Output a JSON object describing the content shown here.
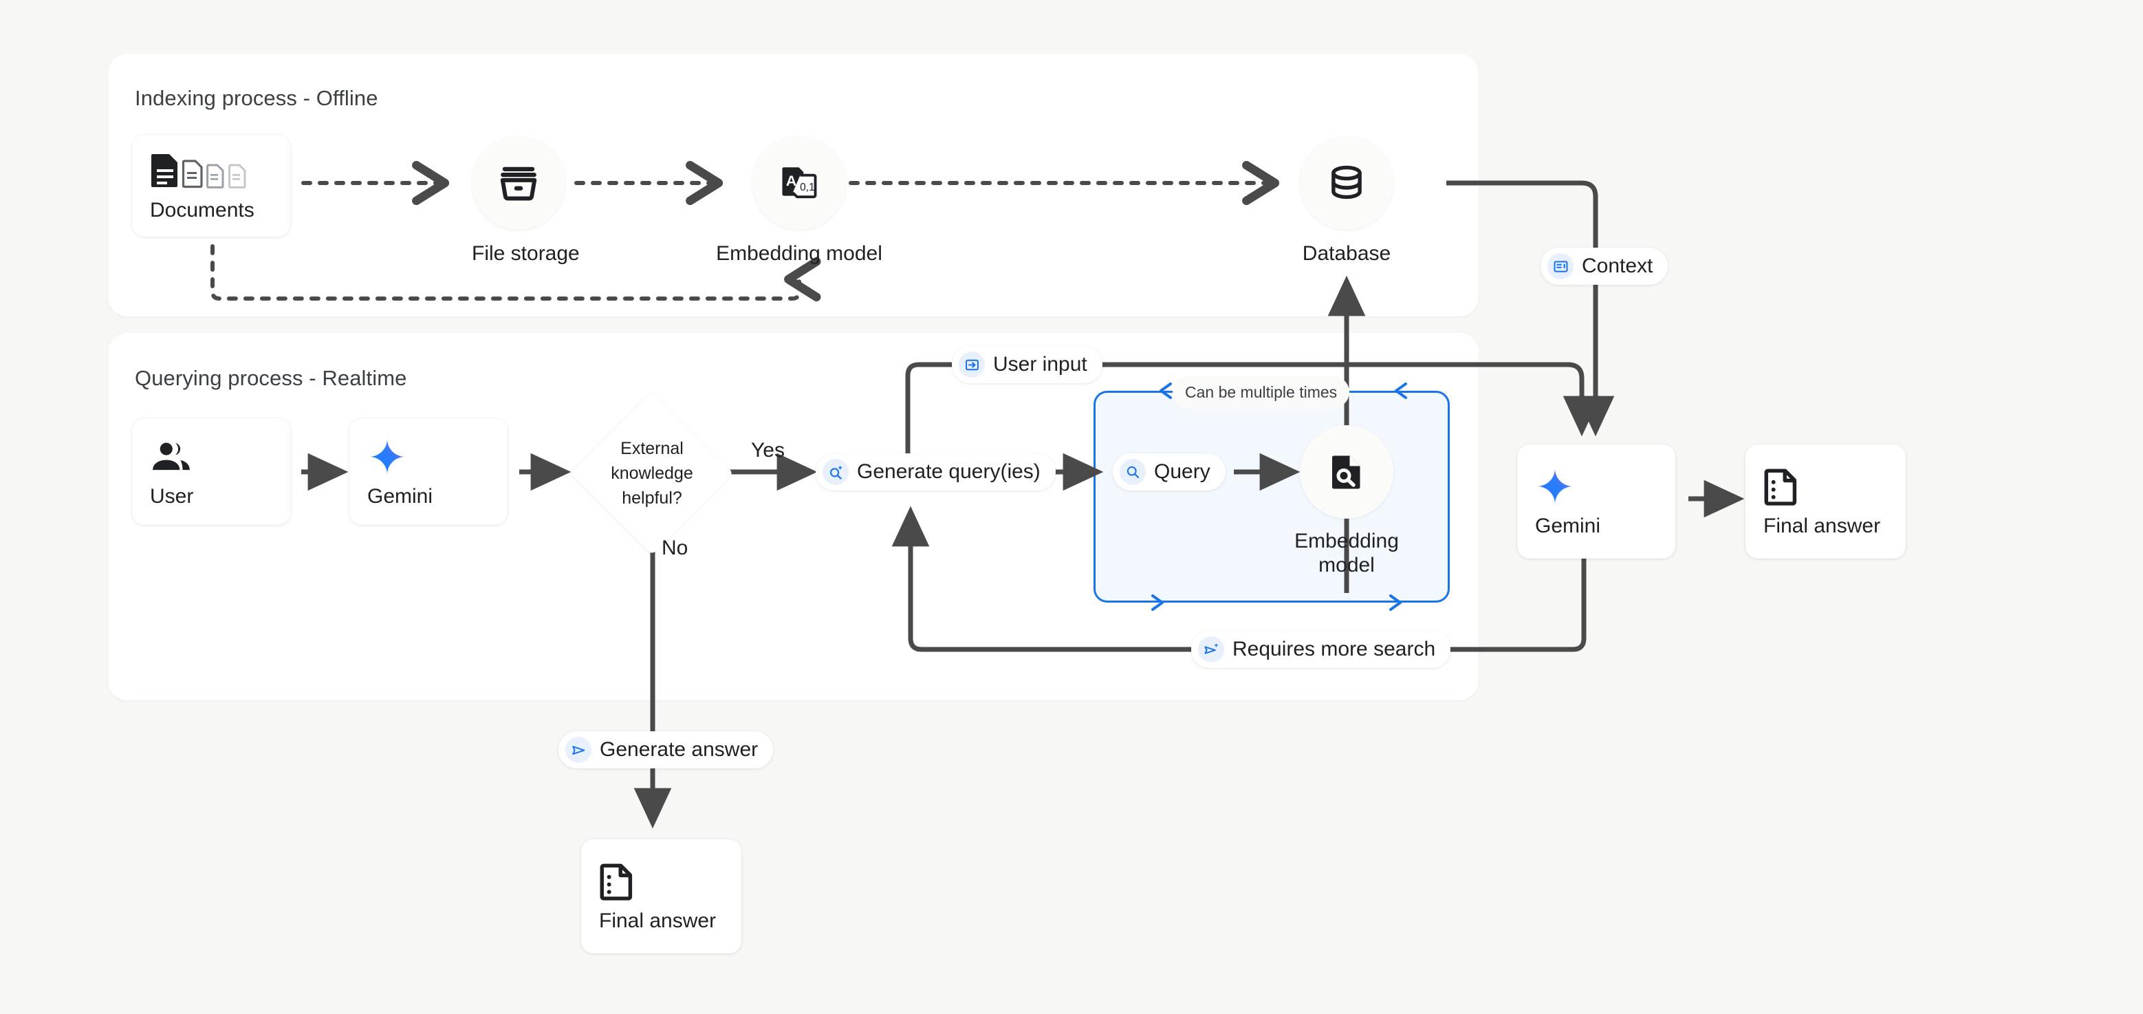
{
  "diagram": {
    "title": "RAG indexing and querying process flow",
    "background_color": "#f7f7f5",
    "accent_color": "#1a73e8",
    "loop_box_fill": "#f3f8fe"
  },
  "panels": {
    "indexing": {
      "title": "Indexing process - Offline"
    },
    "querying": {
      "title": "Querying process - Realtime"
    }
  },
  "indexing_nodes": {
    "documents": {
      "label": "Documents",
      "icon": "documents-icon"
    },
    "file_storage": {
      "label": "File storage",
      "icon": "file-storage-icon"
    },
    "embedding_model": {
      "label": "Embedding model",
      "icon": "embedding-model-icon"
    },
    "database": {
      "label": "Database",
      "icon": "database-icon"
    }
  },
  "querying_nodes": {
    "user": {
      "label": "User",
      "icon": "user-group-icon"
    },
    "gemini_left": {
      "label": "Gemini",
      "icon": "gemini-sparkle-icon"
    },
    "decision": {
      "line1": "External",
      "line2": "knowledge",
      "line3": "helpful?"
    },
    "embedding_model": {
      "label_line1": "Embedding",
      "label_line2": "model",
      "icon": "document-search-icon"
    },
    "gemini_right": {
      "label": "Gemini",
      "icon": "gemini-sparkle-icon"
    },
    "final_answer_right": {
      "label": "Final answer",
      "icon": "answer-doc-icon"
    },
    "final_answer_bottom": {
      "label": "Final answer",
      "icon": "answer-doc-icon"
    }
  },
  "pills": {
    "context": {
      "text": "Context",
      "icon": "context-panel-icon"
    },
    "user_input": {
      "text": "User input",
      "icon": "input-arrow-icon"
    },
    "generate_queries": {
      "text": "Generate query(ies)",
      "icon": "search-sparkle-icon"
    },
    "query": {
      "text": "Query",
      "icon": "search-icon"
    },
    "requires_more_search": {
      "text": "Requires more search",
      "icon": "send-sparkle-icon"
    },
    "generate_answer": {
      "text": "Generate answer",
      "icon": "send-icon"
    }
  },
  "edge_labels": {
    "yes": "Yes",
    "no": "No",
    "multiple_times": "Can be multiple times"
  }
}
